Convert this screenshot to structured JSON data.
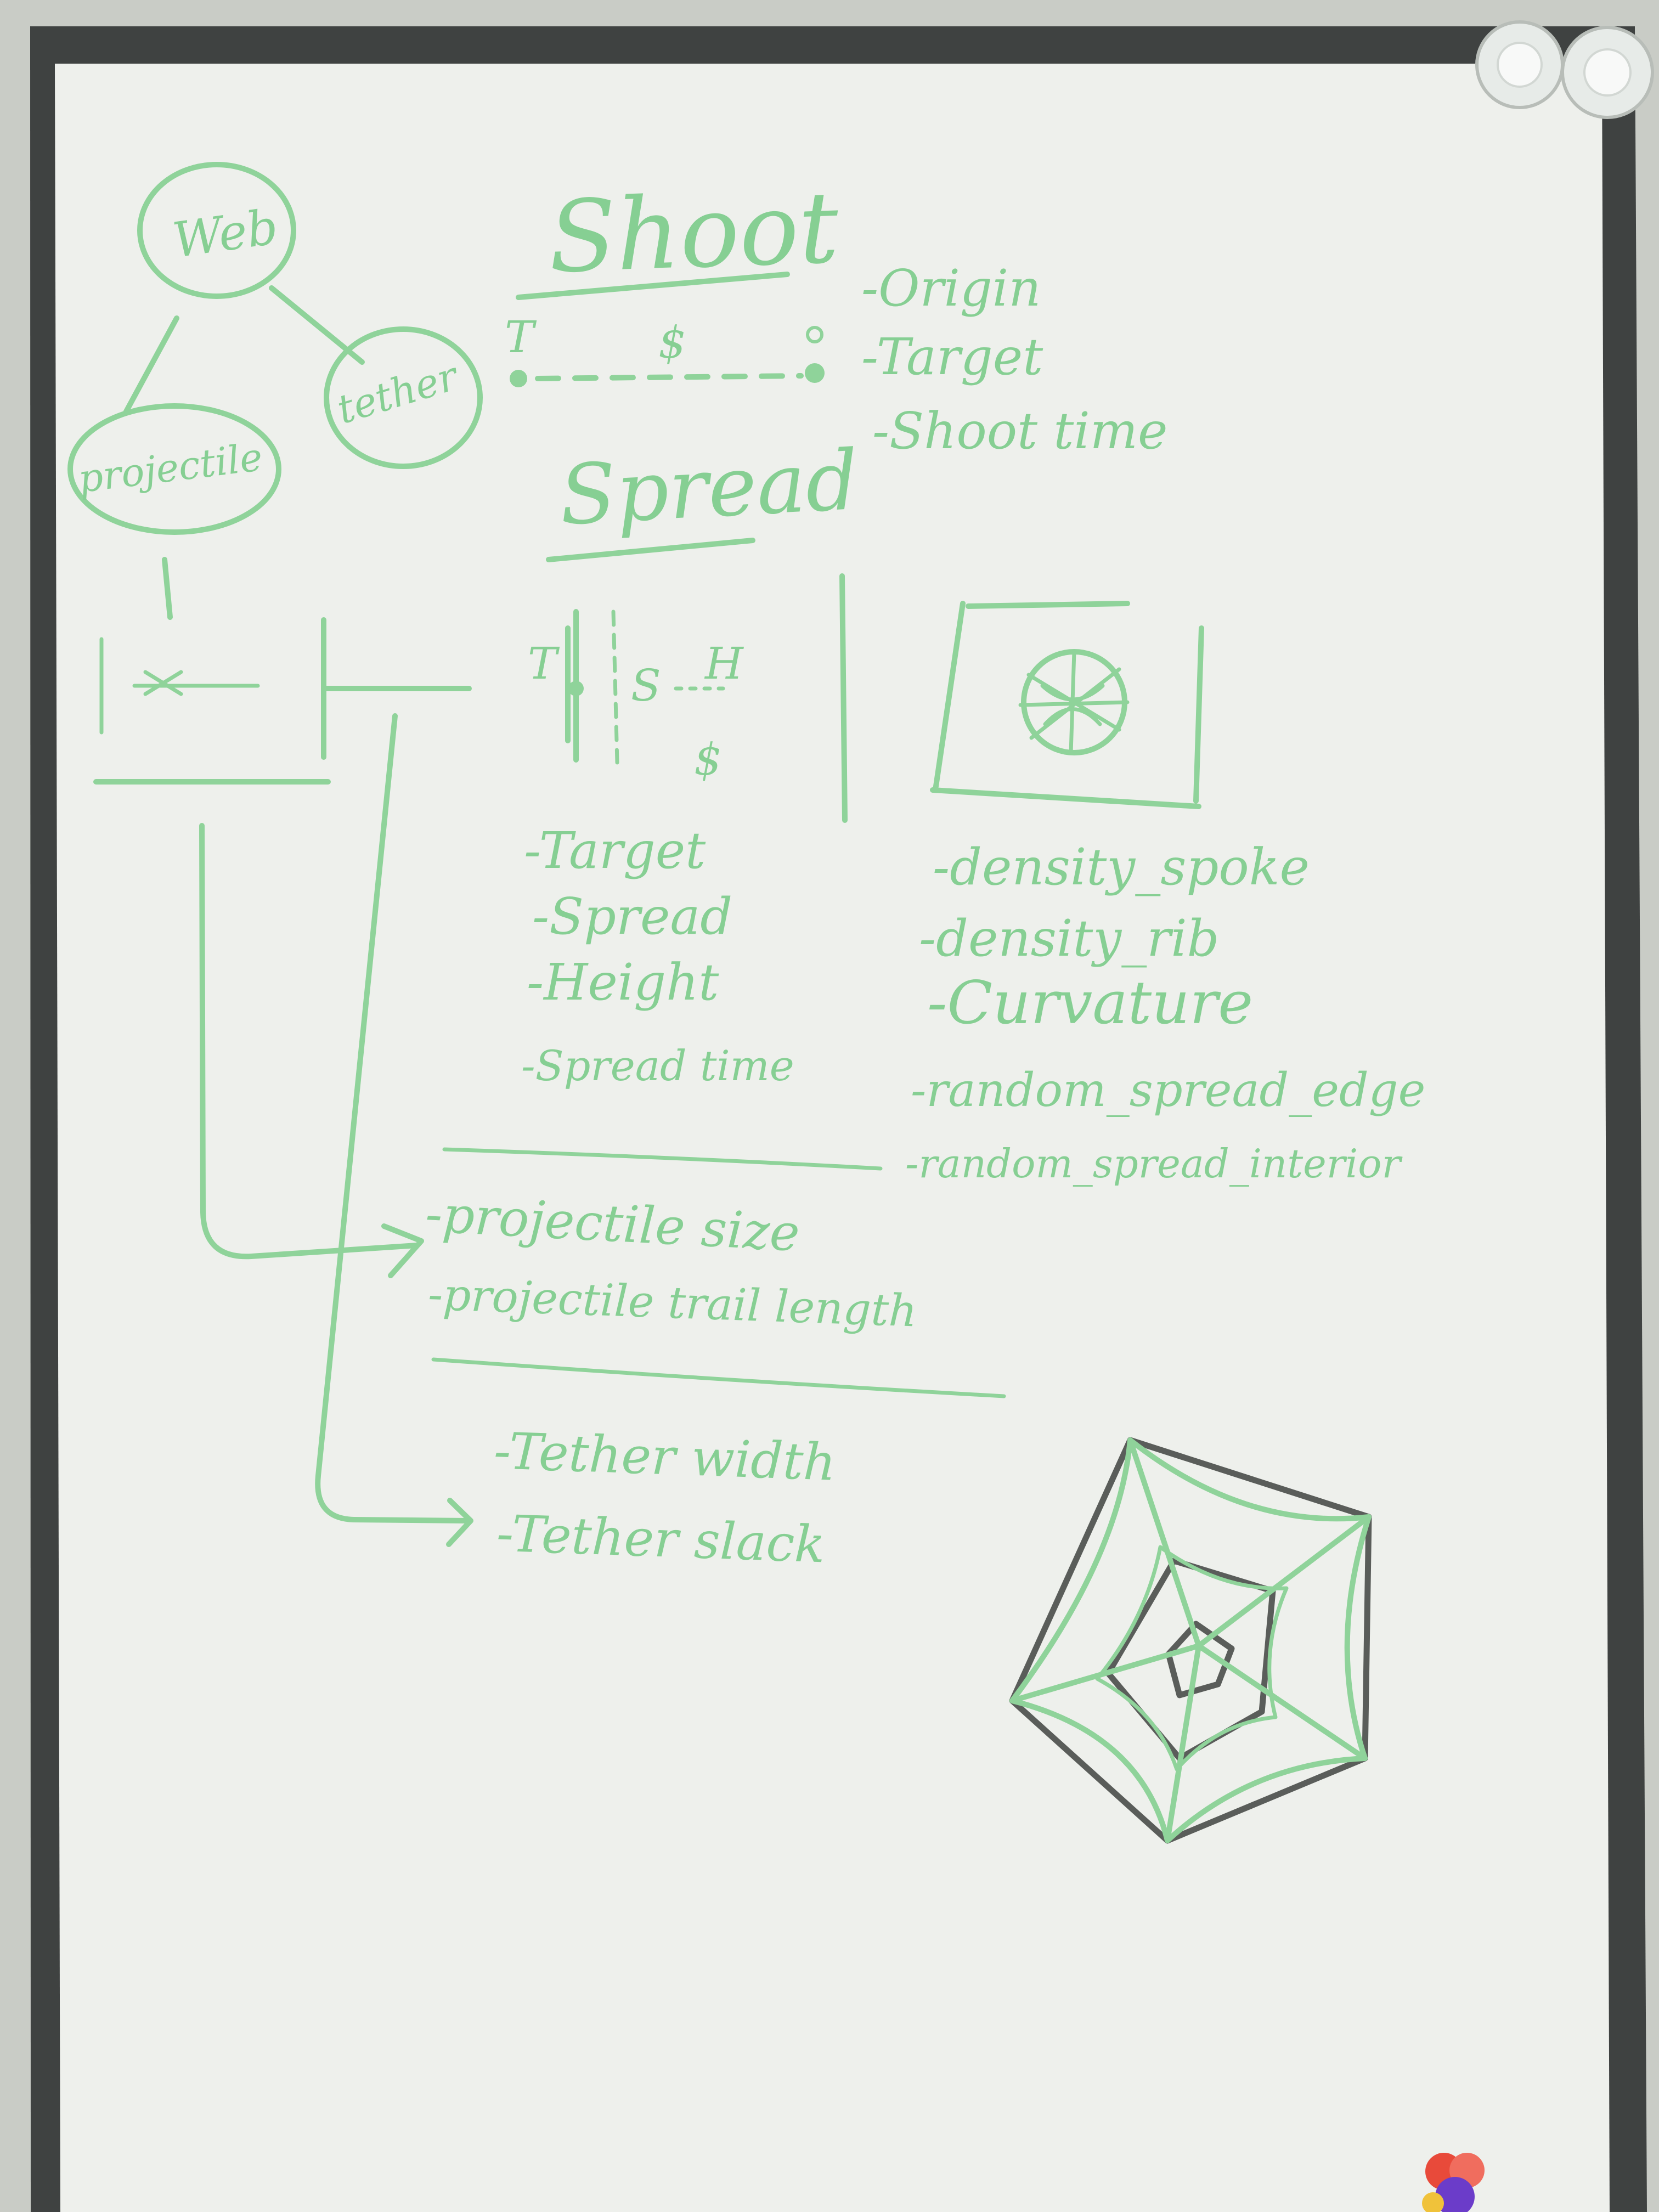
{
  "whiteboard": {
    "nodes": {
      "root": "Web",
      "left": "projectile",
      "right": "tether"
    },
    "shoot": {
      "title": "Shoot",
      "start_mark": "T",
      "mid_mark": "$",
      "params": [
        "-Origin",
        "-Target",
        "-Shoot time"
      ]
    },
    "spread": {
      "title": "Spread",
      "diagram_marks": {
        "t": "T",
        "s": "S",
        "h": "H",
        "dollar": "$"
      },
      "params": [
        "-Target",
        "-Spread",
        "-Height",
        "-Spread time"
      ]
    },
    "web_params": [
      "-density_spoke",
      "-density_rib",
      "-Curvature",
      "-random_spread_edge",
      "-random_spread_interior"
    ],
    "projectile_params": [
      "-projectile size",
      "-projectile trail length"
    ],
    "tether_params": [
      "-Tether width",
      "-Tether slack"
    ]
  },
  "colors": {
    "marker_green": "#8fd39a",
    "marker_dark": "#5a5d5a",
    "board_white": "#eef0ec",
    "frame_dark": "#3f4241",
    "magnet_clear": "#e7ebe8",
    "pushpin_red": "#e84a3a",
    "pushpin_purple": "#6b3cc9",
    "wall": "#c9ccc6"
  }
}
